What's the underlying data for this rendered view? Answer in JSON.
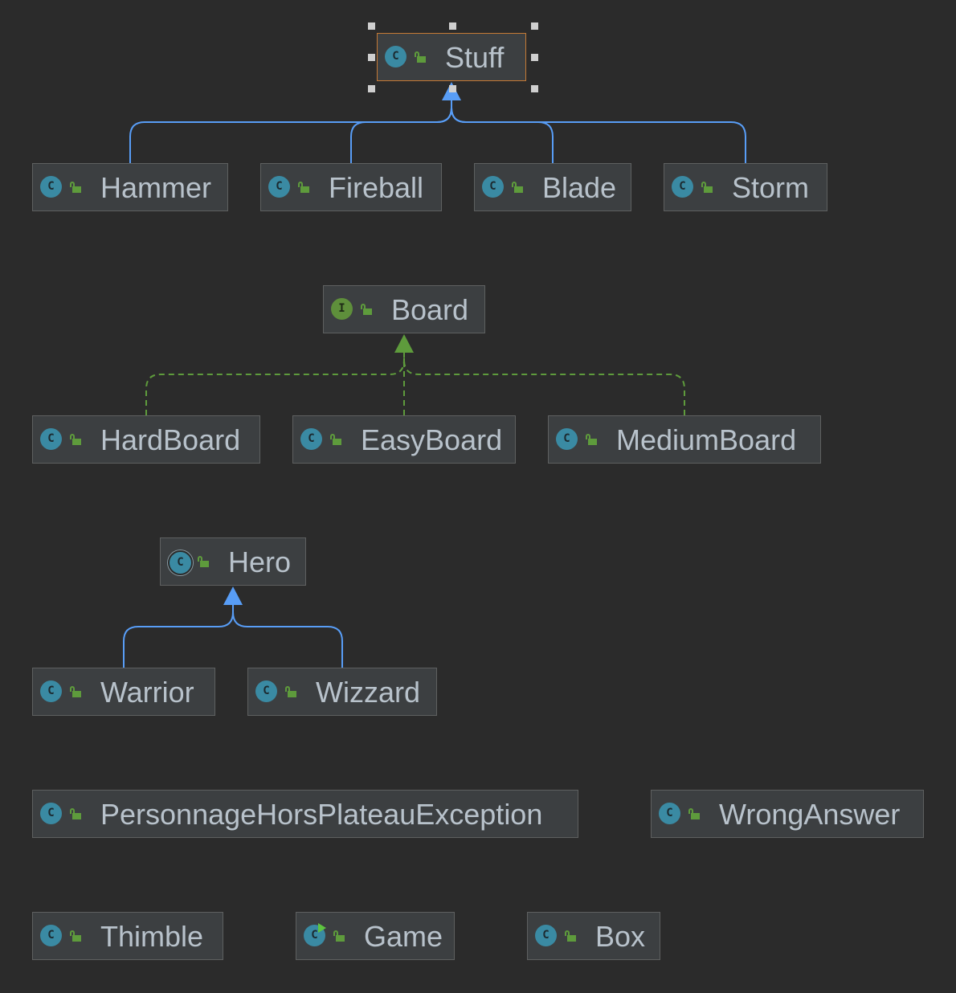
{
  "nodes": [
    {
      "id": "stuff",
      "label": "Stuff",
      "kind": "class",
      "icon": "class-icon",
      "selected": true
    },
    {
      "id": "hammer",
      "label": "Hammer",
      "kind": "class",
      "icon": "class-icon"
    },
    {
      "id": "fireball",
      "label": "Fireball",
      "kind": "class",
      "icon": "class-icon"
    },
    {
      "id": "blade",
      "label": "Blade",
      "kind": "class",
      "icon": "class-icon"
    },
    {
      "id": "storm",
      "label": "Storm",
      "kind": "class",
      "icon": "class-icon"
    },
    {
      "id": "board",
      "label": "Board",
      "kind": "interface",
      "icon": "interface-icon"
    },
    {
      "id": "hardboard",
      "label": "HardBoard",
      "kind": "class",
      "icon": "class-icon"
    },
    {
      "id": "easyboard",
      "label": "EasyBoard",
      "kind": "class",
      "icon": "class-icon"
    },
    {
      "id": "mediumboard",
      "label": "MediumBoard",
      "kind": "class",
      "icon": "class-icon"
    },
    {
      "id": "hero",
      "label": "Hero",
      "kind": "abstract",
      "icon": "abstract-class-icon"
    },
    {
      "id": "warrior",
      "label": "Warrior",
      "kind": "class",
      "icon": "class-icon"
    },
    {
      "id": "wizzard",
      "label": "Wizzard",
      "kind": "class",
      "icon": "class-icon"
    },
    {
      "id": "personnage",
      "label": "PersonnageHorsPlateauException",
      "kind": "class",
      "icon": "class-icon"
    },
    {
      "id": "wronganswer",
      "label": "WrongAnswer",
      "kind": "class",
      "icon": "class-icon"
    },
    {
      "id": "thimble",
      "label": "Thimble",
      "kind": "class",
      "icon": "class-icon"
    },
    {
      "id": "game",
      "label": "Game",
      "kind": "runnable",
      "icon": "runnable-class-icon"
    },
    {
      "id": "box",
      "label": "Box",
      "kind": "class",
      "icon": "class-icon"
    }
  ],
  "edges": [
    {
      "from": "hammer",
      "to": "stuff",
      "type": "extends"
    },
    {
      "from": "fireball",
      "to": "stuff",
      "type": "extends"
    },
    {
      "from": "blade",
      "to": "stuff",
      "type": "extends"
    },
    {
      "from": "storm",
      "to": "stuff",
      "type": "extends"
    },
    {
      "from": "hardboard",
      "to": "board",
      "type": "implements"
    },
    {
      "from": "easyboard",
      "to": "board",
      "type": "implements"
    },
    {
      "from": "mediumboard",
      "to": "board",
      "type": "implements"
    },
    {
      "from": "warrior",
      "to": "hero",
      "type": "extends"
    },
    {
      "from": "wizzard",
      "to": "hero",
      "type": "extends"
    }
  ],
  "kind_letters": {
    "class": "C",
    "interface": "I",
    "abstract": "C",
    "runnable": "C"
  },
  "colors": {
    "background": "#2b2b2b",
    "node_fill": "#3c3f41",
    "extends_edge": "#589df6",
    "implements_edge": "#5e9b3c",
    "selection": "#c57a35"
  }
}
